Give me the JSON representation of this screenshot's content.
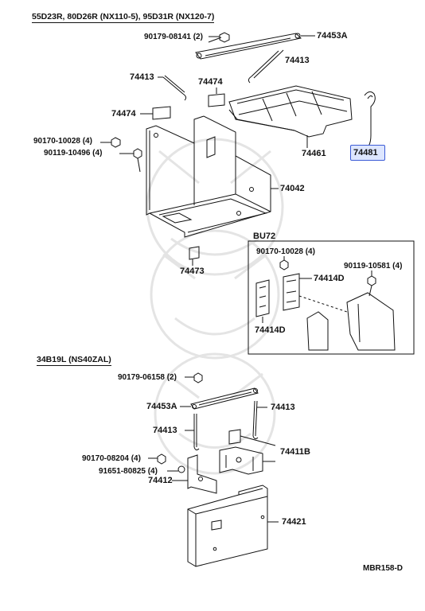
{
  "headers": {
    "top": "55D23R, 80D26R (NX110-5), 95D31R (NX120-7)",
    "lower": "34B19L (NS40ZAL)",
    "inset": "BU72"
  },
  "labels": {
    "p90179_08141": "90179-08141 (2)",
    "p74453A_top": "74453A",
    "p74413_top_right": "74413",
    "p74413_top_left": "74413",
    "p74474_center": "74474",
    "p74474_left": "74474",
    "p90170_10028_top": "90170-10028 (4)",
    "p90119_10496": "90119-10496 (4)",
    "p74461": "74461",
    "p74481": "74481",
    "p74042": "74042",
    "p74473": "74473",
    "p90170_10028_inset": "90170-10028 (4)",
    "p90119_10581": "90119-10581 (4)",
    "p74414D_right": "74414D",
    "p74414D_left": "74414D",
    "p90179_06158": "90179-06158 (2)",
    "p74453A_bottom": "74453A",
    "p74413_bottom_right": "74413",
    "p74413_bottom_left": "74413",
    "p74411B": "74411B",
    "p90170_08204": "90170-08204 (4)",
    "p91651_80825": "91651-80825 (4)",
    "p74412": "74412",
    "p74421": "74421",
    "figure_code": "MBR158-D"
  },
  "colors": {
    "line": "#111111",
    "highlight_border": "#3b5bd6",
    "highlight_fill": "#dde6ff",
    "watermark": "#e6e6e6"
  }
}
